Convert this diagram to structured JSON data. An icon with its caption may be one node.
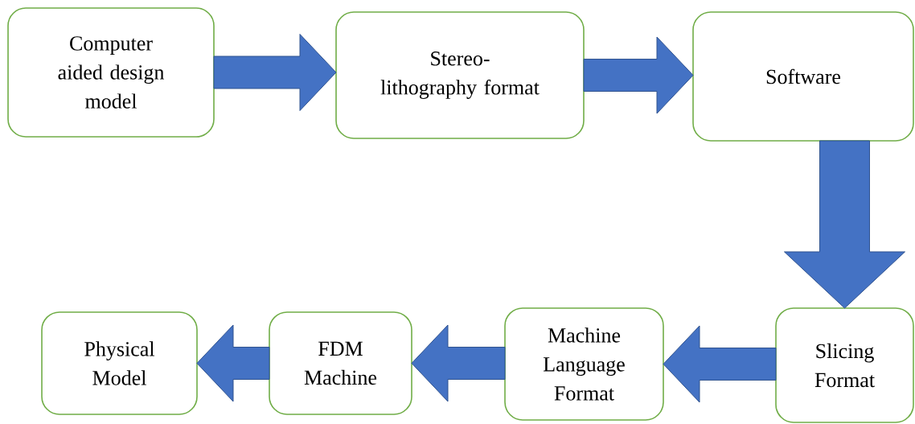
{
  "diagram": {
    "nodes": [
      {
        "text": [
          "Computer aided design model"
        ]
      },
      {
        "text": [
          "Stereo-lithography format"
        ]
      },
      {
        "text": [
          "Software"
        ]
      },
      {
        "text": [
          "Slicing Format"
        ]
      },
      {
        "text": [
          "Machine Language Format"
        ]
      },
      {
        "text": [
          "FDM Machine"
        ]
      },
      {
        "text": [
          "Physical Model"
        ]
      }
    ],
    "edges": [
      {
        "from": 0,
        "to": 1,
        "arrow": "to"
      },
      {
        "from": 1,
        "to": 2,
        "arrow": "to"
      },
      {
        "from": 2,
        "to": 3,
        "arrow": "to"
      },
      {
        "from": 3,
        "to": 4,
        "arrow": "to"
      },
      {
        "from": 4,
        "to": 5,
        "arrow": "to"
      },
      {
        "from": 5,
        "to": 6,
        "arrow": "to"
      }
    ]
  }
}
